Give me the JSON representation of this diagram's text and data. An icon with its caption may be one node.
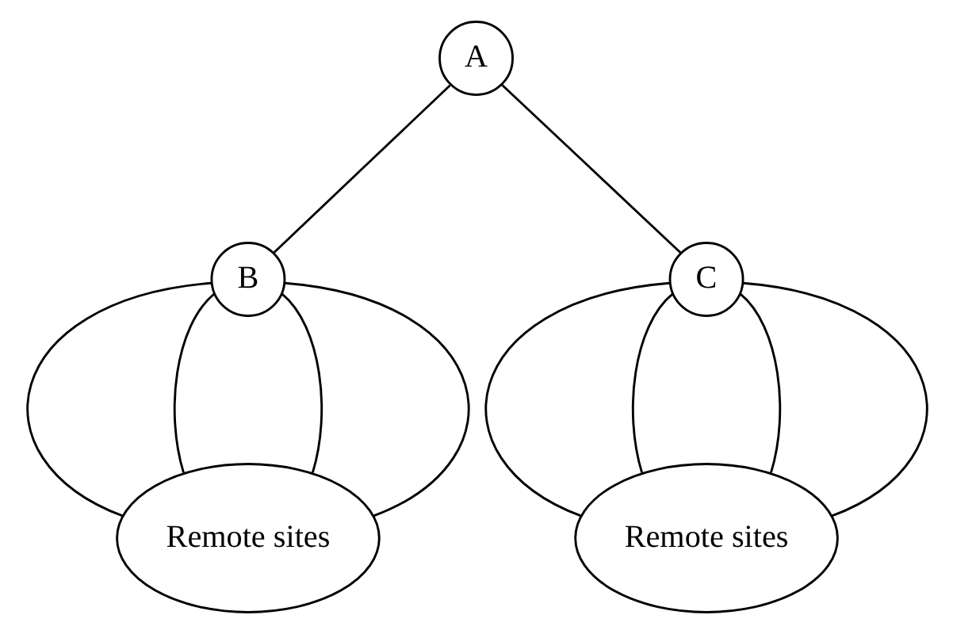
{
  "diagram": {
    "nodes": [
      {
        "text": [
          "A"
        ]
      },
      {
        "text": [
          "B"
        ]
      },
      {
        "text": [
          "C"
        ]
      },
      {
        "text": [
          "Remote sites"
        ]
      },
      {
        "text": [
          "Remote sites"
        ]
      }
    ],
    "edges": [
      {
        "from": 0,
        "to": 1,
        "arrow": "none"
      },
      {
        "from": 0,
        "to": 2,
        "arrow": "none"
      },
      {
        "from": 1,
        "to": 3,
        "arrow": "none"
      },
      {
        "from": 1,
        "to": 3,
        "arrow": "none"
      },
      {
        "from": 1,
        "to": 3,
        "arrow": "none"
      },
      {
        "from": 1,
        "to": 3,
        "arrow": "none"
      },
      {
        "from": 2,
        "to": 4,
        "arrow": "none"
      },
      {
        "from": 2,
        "to": 4,
        "arrow": "none"
      },
      {
        "from": 2,
        "to": 4,
        "arrow": "none"
      },
      {
        "from": 2,
        "to": 4,
        "arrow": "none"
      }
    ]
  }
}
